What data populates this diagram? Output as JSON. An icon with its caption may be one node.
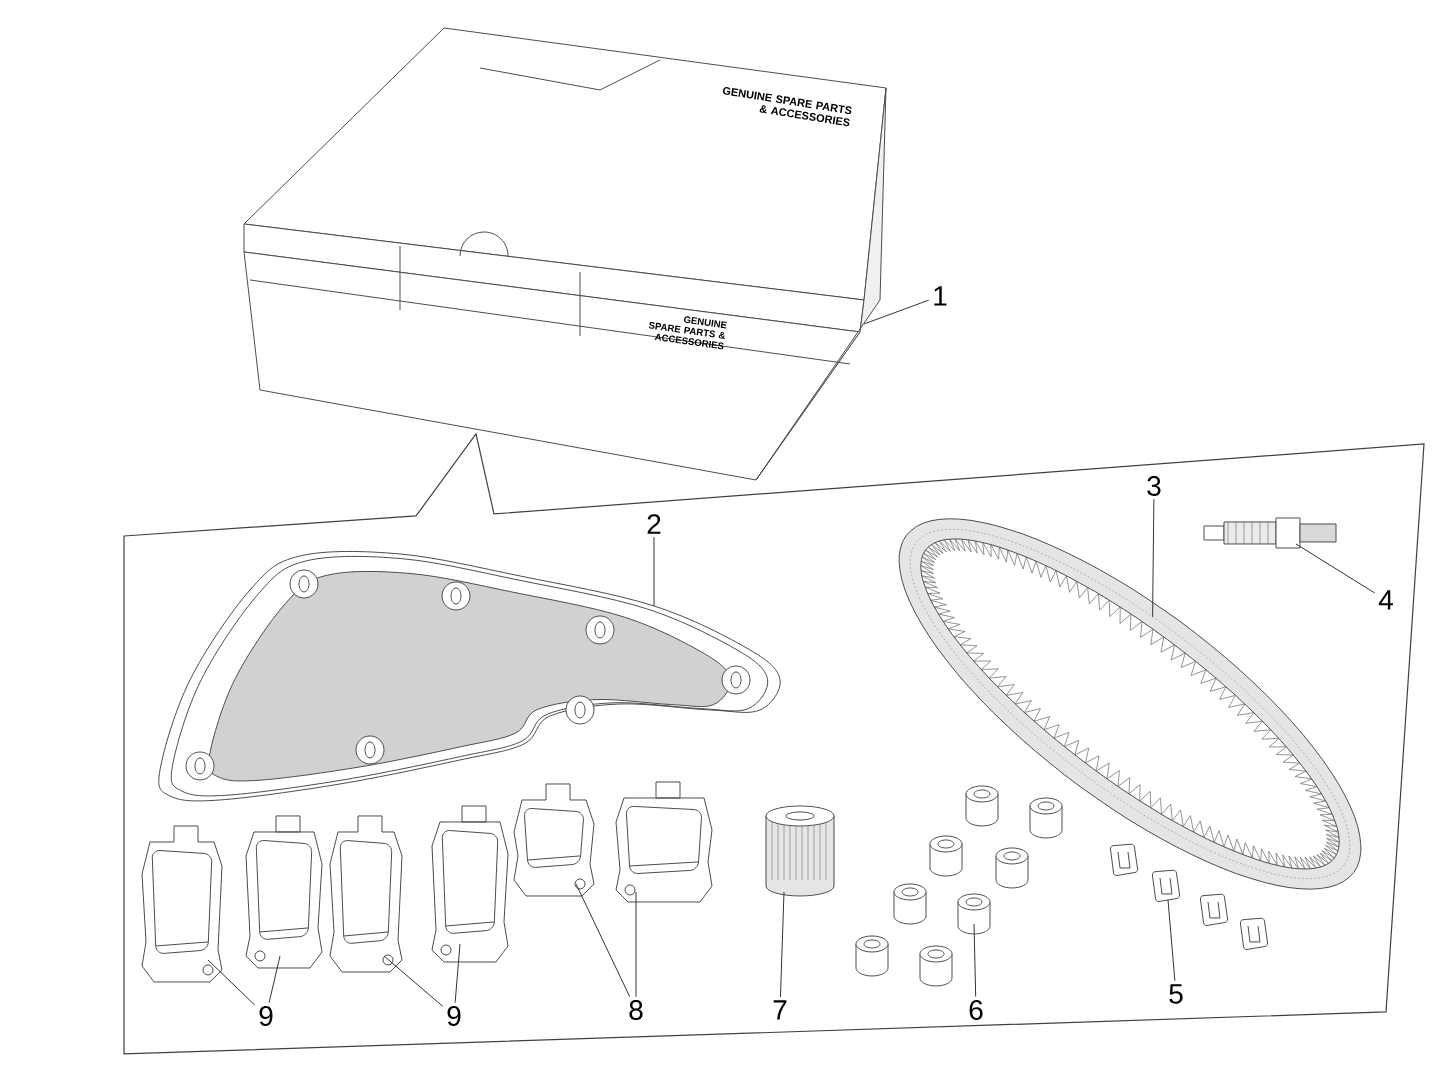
{
  "diagram": {
    "nodes": [
      {
        "text": [
          "1"
        ]
      },
      {
        "text": [],
        "shape": "picture"
      },
      {
        "text": [
          "2"
        ]
      },
      {
        "text": [],
        "shape": "picture"
      },
      {
        "text": [
          "3"
        ]
      },
      {
        "text": [],
        "shape": "picture"
      },
      {
        "text": [
          "4"
        ]
      },
      {
        "text": [],
        "shape": "picture"
      },
      {
        "text": [],
        "shape": "picture"
      },
      {
        "text": [],
        "shape": "picture"
      },
      {
        "text": [],
        "shape": "picture"
      },
      {
        "text": [],
        "shape": "picture"
      },
      {
        "text": [],
        "shape": "picture"
      },
      {
        "text": [],
        "shape": "picture"
      },
      {
        "text": [],
        "shape": "picture"
      },
      {
        "text": [],
        "shape": "picture"
      },
      {
        "text": [],
        "shape": "picture"
      },
      {
        "text": [
          "9"
        ]
      },
      {
        "text": [
          "9"
        ]
      },
      {
        "text": [
          "8"
        ]
      },
      {
        "text": [
          "7"
        ]
      },
      {
        "text": [
          "6"
        ]
      },
      {
        "text": [
          "5"
        ]
      }
    ],
    "edges": [
      {
        "from": 0,
        "to": 1,
        "arrow": "none"
      },
      {
        "from": 2,
        "to": 3,
        "arrow": "none"
      },
      {
        "from": 4,
        "to": 5,
        "arrow": "none"
      },
      {
        "from": 6,
        "to": 7,
        "arrow": "none"
      },
      {
        "from": 17,
        "to": 8,
        "arrow": "none"
      },
      {
        "from": 17,
        "to": 9,
        "arrow": "none"
      },
      {
        "from": 18,
        "to": 10,
        "arrow": "none"
      },
      {
        "from": 18,
        "to": 11,
        "arrow": "none"
      },
      {
        "from": 19,
        "to": 12,
        "arrow": "none"
      },
      {
        "from": 19,
        "to": 13,
        "arrow": "none"
      },
      {
        "from": 20,
        "to": 14,
        "arrow": "none"
      },
      {
        "from": 21,
        "to": 15,
        "arrow": "none"
      },
      {
        "from": 22,
        "to": 16,
        "arrow": "none"
      }
    ],
    "labels": [
      "GENUINE SPARE PARTS & ACCESSORIES",
      "GENUINE SPARE PARTS & ACCESSORIES"
    ]
  }
}
